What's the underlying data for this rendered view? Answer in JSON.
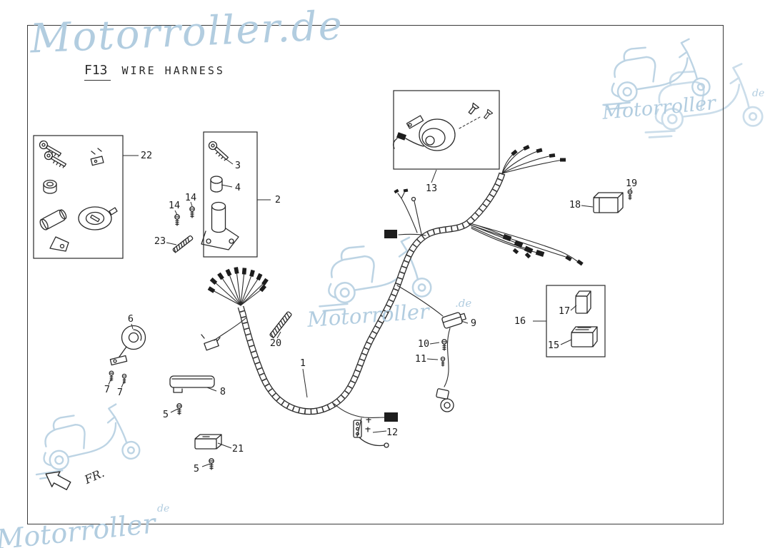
{
  "header": {
    "code": "F13",
    "title": "WIRE HARNESS"
  },
  "watermark": {
    "full": "Motorroller.de",
    "name": "Motorroller",
    "de": "de",
    "dot_de": ".de"
  },
  "direction": {
    "label": "FR."
  },
  "colors": {
    "ink": "#2a2a2a",
    "watermark_blue": "#b2cde0",
    "background": "#ffffff"
  },
  "parts": [
    {
      "num": "1"
    },
    {
      "num": "2"
    },
    {
      "num": "3"
    },
    {
      "num": "4"
    },
    {
      "num": "5"
    },
    {
      "num": "5"
    },
    {
      "num": "6"
    },
    {
      "num": "7"
    },
    {
      "num": "7"
    },
    {
      "num": "8"
    },
    {
      "num": "9"
    },
    {
      "num": "10"
    },
    {
      "num": "11"
    },
    {
      "num": "12"
    },
    {
      "num": "13"
    },
    {
      "num": "14"
    },
    {
      "num": "14"
    },
    {
      "num": "15"
    },
    {
      "num": "16"
    },
    {
      "num": "17"
    },
    {
      "num": "18"
    },
    {
      "num": "19"
    },
    {
      "num": "20"
    },
    {
      "num": "21"
    },
    {
      "num": "22"
    },
    {
      "num": "23"
    }
  ]
}
